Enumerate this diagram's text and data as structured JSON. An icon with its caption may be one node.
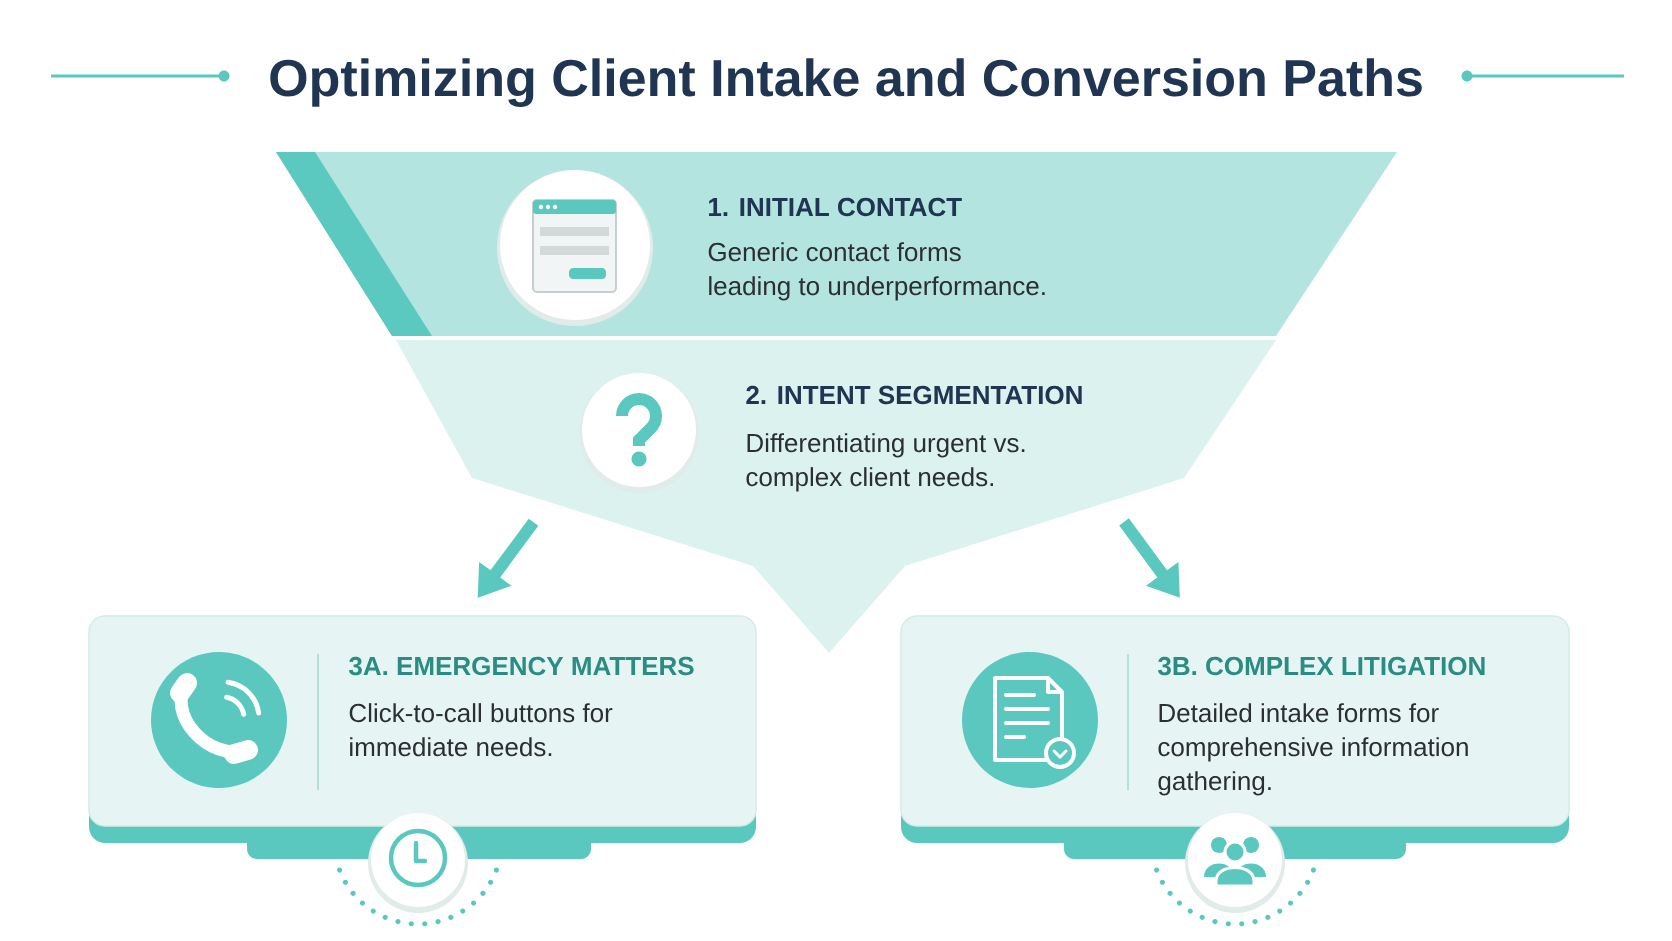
{
  "diagram": {
    "title": "Optimizing Client Intake and Conversion Paths",
    "nodes": [
      {
        "text": [
          "1. INITIAL CONTACT",
          "Generic contact forms leading to underperformance."
        ]
      },
      {
        "text": [
          "2. INTENT SEGMENTATION",
          "Differentiating urgent vs. complex client needs."
        ]
      },
      {
        "text": [
          "3A. EMERGENCY MATTERS",
          "Click-to-call buttons for immediate needs."
        ]
      },
      {
        "text": [
          "3B. COMPLEX LITIGATION",
          "Detailed intake forms for comprehensive information gathering."
        ]
      }
    ],
    "edges": [
      {
        "from": 1,
        "to": 2,
        "arrow": "to"
      },
      {
        "from": 1,
        "to": 3,
        "arrow": "to"
      }
    ]
  }
}
